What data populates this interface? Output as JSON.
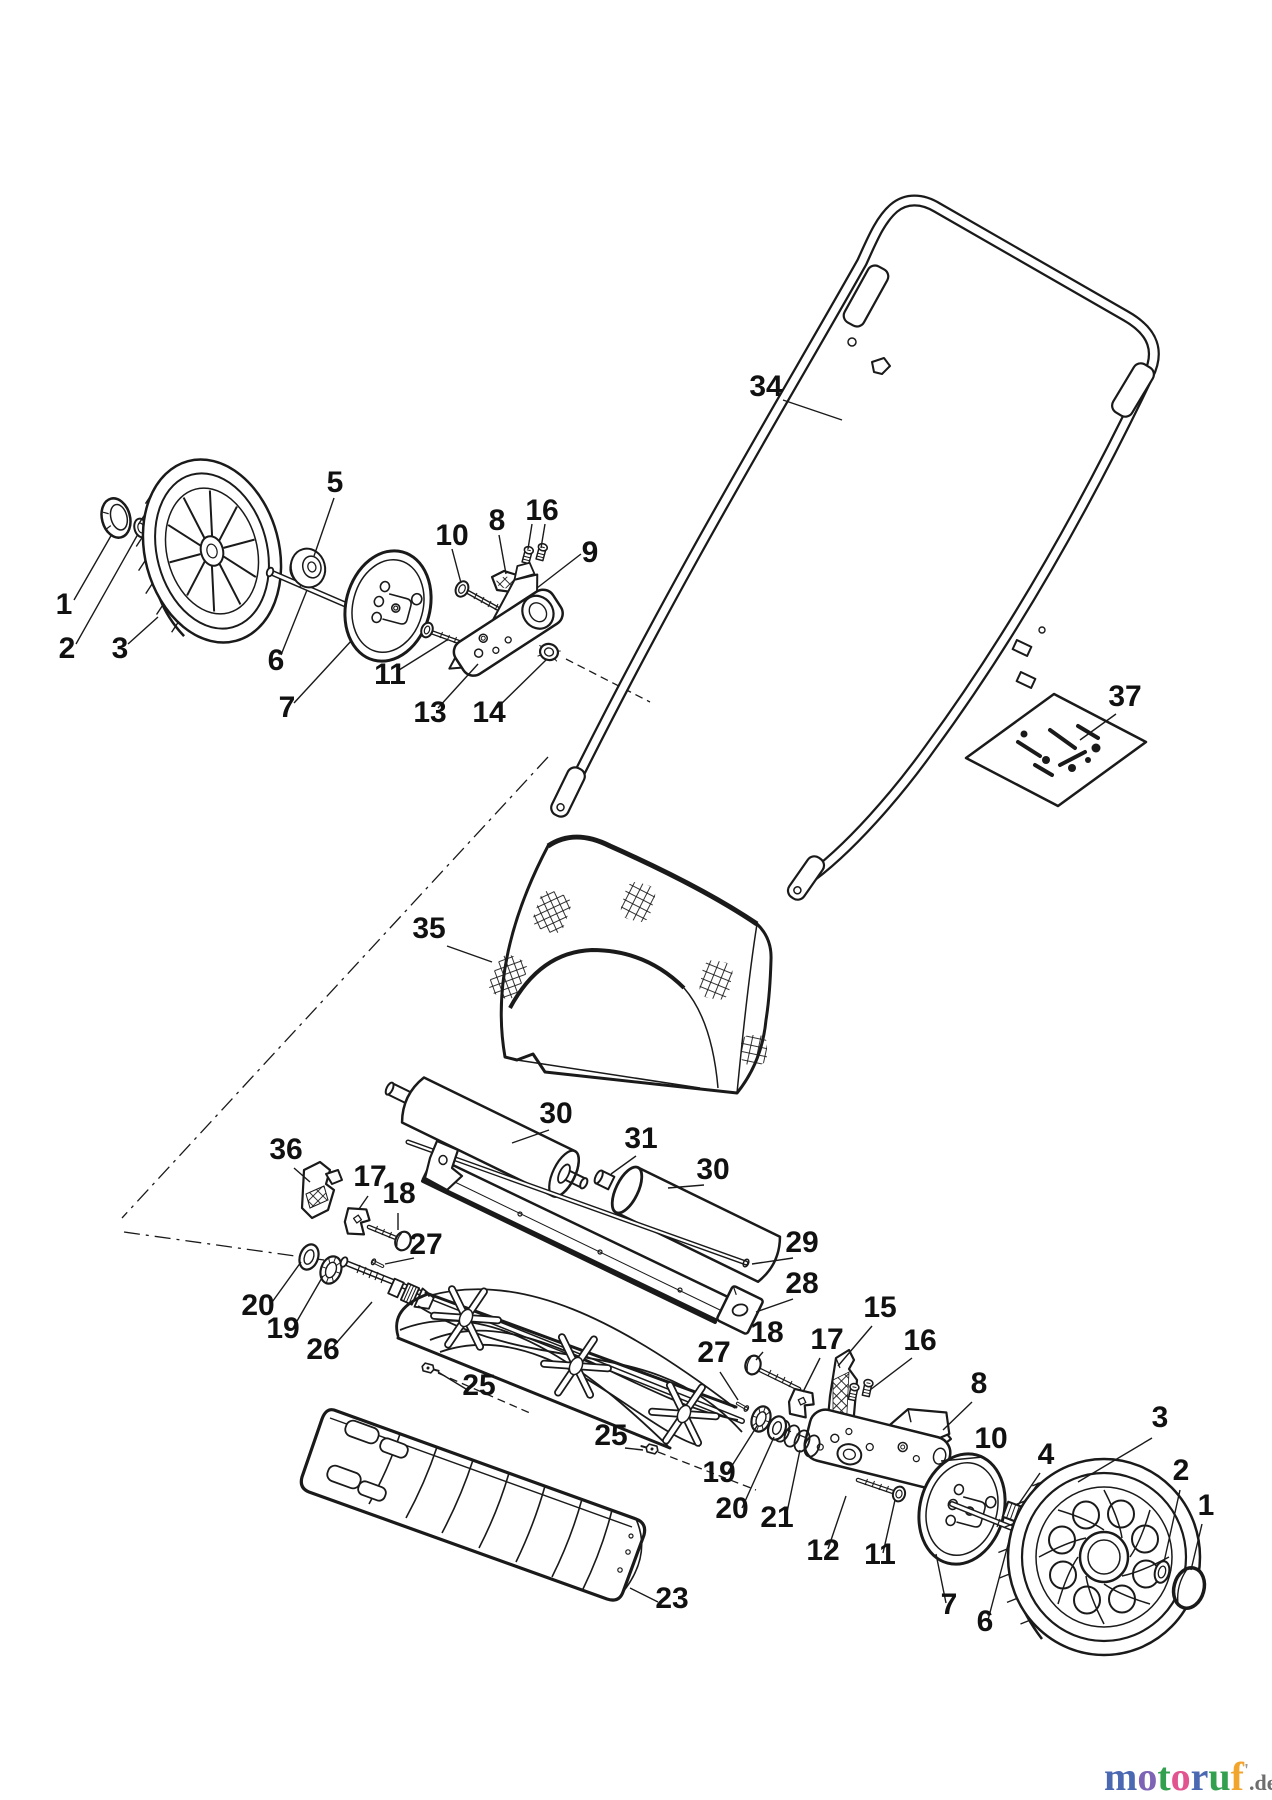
{
  "page": {
    "background": "#ffffff",
    "ink": "#1a1a1a",
    "description": "Exploded spare-parts diagram of a hand cylinder lawn mower"
  },
  "labels": {
    "hubcap_left": "1",
    "washer_left": "2",
    "wheel_left": "3",
    "pinion": "5",
    "axle_left": "6",
    "disc_left": "7",
    "latch_left": "8",
    "ring_left": "9",
    "bolt_upper_left": "10",
    "bolt_lower_left": "11",
    "gearbox_left": "13",
    "nut_left": "14",
    "screws_left": "16",
    "handlebar": "34",
    "grass_catcher": "35",
    "hardware_kit": "37",
    "roller_a": "30",
    "spacer": "31",
    "roller_b": "30",
    "support_rod": "29",
    "blade_bar": "28",
    "clip": "36",
    "clamp_left": "17",
    "bolt_head_left": "18",
    "pin_left": "27",
    "washer2_left": "20",
    "bearing_left": "19",
    "reel": "26",
    "screw_left": "25",
    "screw_right": "25",
    "deflector": "23",
    "pin_right": "27",
    "bolt_head_right": "18",
    "clamp_right": "17",
    "cutter_blade": "15",
    "screws_right": "16",
    "latch_right": "8",
    "bolt_upper_right": "10",
    "axle_nut": "4",
    "wheel_right": "3",
    "washer_right": "2",
    "hubcap_right": "1",
    "bearing_right": "19",
    "washer2_right": "20",
    "spring": "21",
    "gearbox_right": "12",
    "bolt_lower_right": "11",
    "disc_right": "7",
    "axle_right": "6"
  },
  "watermark": {
    "letters": [
      {
        "ch": "m",
        "color": "#4a69b2"
      },
      {
        "ch": "o",
        "color": "#7e64b5"
      },
      {
        "ch": "t",
        "color": "#33a04f"
      },
      {
        "ch": "o",
        "color": "#e2548f"
      },
      {
        "ch": "r",
        "color": "#4a69b2"
      },
      {
        "ch": "u",
        "color": "#33a04f"
      },
      {
        "ch": "f",
        "color": "#f2a52d"
      }
    ],
    "tick": "'",
    "tick_color": "#9a9a9a",
    "suffix": ".de",
    "suffix_color": "#6e6e6e"
  }
}
